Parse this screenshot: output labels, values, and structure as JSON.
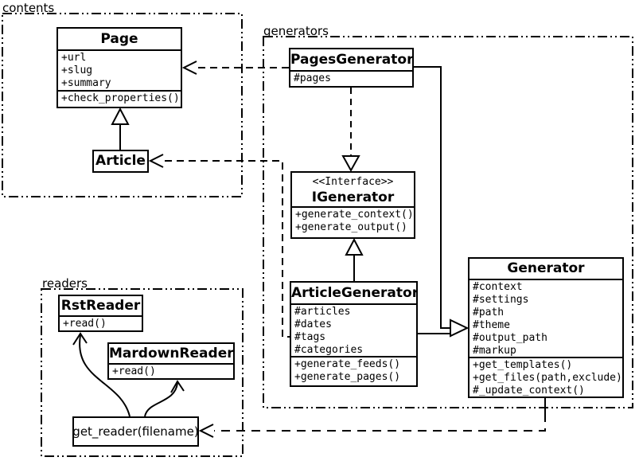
{
  "diagram": {
    "background": "#ffffff",
    "line_color": "#000000"
  },
  "packages": {
    "contents": {
      "label": "contents"
    },
    "generators": {
      "label": "generators"
    },
    "readers": {
      "label": "readers"
    }
  },
  "classes": {
    "page": {
      "title": "Page",
      "attributes": [
        "+url",
        "+slug",
        "+summary"
      ],
      "methods": [
        "+check_properties()"
      ]
    },
    "article": {
      "title": "Article",
      "attributes": [],
      "methods": []
    },
    "pages_generator": {
      "title": "PagesGenerator",
      "attributes": [
        "#pages"
      ],
      "methods": []
    },
    "igenerator": {
      "stereotype": "<<Interface>>",
      "title": "IGenerator",
      "attributes": [],
      "methods": [
        "+generate_context()",
        "+generate_output()"
      ]
    },
    "article_generator": {
      "title": "ArticleGenerator",
      "attributes": [
        "#articles",
        "#dates",
        "#tags",
        "#categories"
      ],
      "methods": [
        "+generate_feeds()",
        "+generate_pages()"
      ]
    },
    "generator": {
      "title": "Generator",
      "attributes": [
        "#context",
        "#settings",
        "#path",
        "#theme",
        "#output_path",
        "#markup"
      ],
      "methods": [
        "+get_templates()",
        "+get_files(path,exclude)",
        "#_update_context()"
      ]
    },
    "rst_reader": {
      "title": "RstReader",
      "attributes": [],
      "methods": [
        "+read()"
      ]
    },
    "mardown_reader": {
      "title": "MardownReader",
      "attributes": [],
      "methods": [
        "+read()"
      ]
    }
  },
  "nodes": {
    "get_reader": {
      "label": "get_reader(filename)"
    }
  },
  "relationships": [
    {
      "from": "Article",
      "to": "Page",
      "type": "inheritance"
    },
    {
      "from": "PagesGenerator",
      "to": "IGenerator",
      "type": "realization"
    },
    {
      "from": "ArticleGenerator",
      "to": "IGenerator",
      "type": "inheritance"
    },
    {
      "from": "PagesGenerator",
      "to": "Generator",
      "type": "inheritance"
    },
    {
      "from": "ArticleGenerator",
      "to": "Generator",
      "type": "inheritance"
    },
    {
      "from": "PagesGenerator",
      "to": "Page",
      "type": "dependency"
    },
    {
      "from": "ArticleGenerator",
      "to": "Article",
      "type": "dependency"
    },
    {
      "from": "Generator",
      "to": "get_reader(filename)",
      "type": "dependency"
    },
    {
      "from": "get_reader(filename)",
      "to": "RstReader",
      "type": "call-arrow"
    },
    {
      "from": "get_reader(filename)",
      "to": "MardownReader",
      "type": "call-arrow"
    }
  ]
}
